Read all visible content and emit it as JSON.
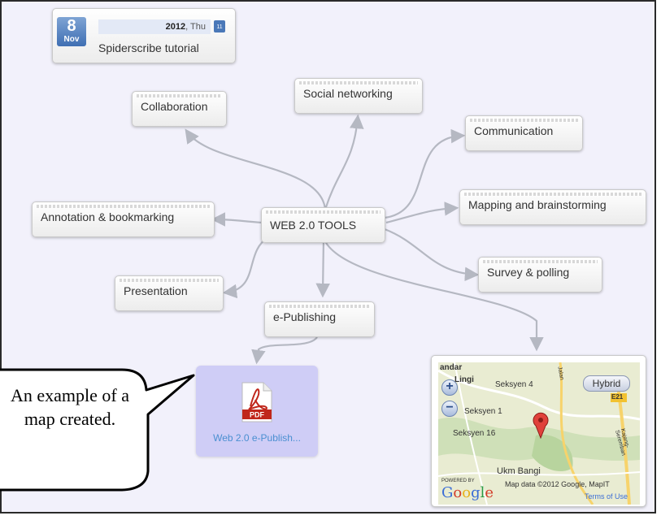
{
  "date_card": {
    "day": "8",
    "month": "Nov",
    "year": "2012",
    "weekday": "Thu",
    "cal_icon_text": "11",
    "title": "Spiderscribe tutorial"
  },
  "nodes": {
    "center": "WEB 2.0 TOOLS",
    "collaboration": "Collaboration",
    "social": "Social networking",
    "communication": "Communication",
    "annotation": "Annotation & bookmarking",
    "mapping": "Mapping and brainstorming",
    "presentation": "Presentation",
    "survey": "Survey & polling",
    "epublishing": "e-Publishing"
  },
  "pdf_card": {
    "icon_label": "PDF",
    "label": "Web 2.0 e-Publish..."
  },
  "map_card": {
    "labels": {
      "top_left": "andar",
      "top_left2": "Lingi",
      "seksyen4": "Seksyen 4",
      "seksyen1": "Seksyen 1",
      "seksyen16": "Seksyen 16",
      "ukm": "Ukm Bangi",
      "road_e21": "E21",
      "road_kajang": "Kajang-Seremban",
      "road_jalan": "Jalan"
    },
    "zoom_in": "+",
    "zoom_out": "−",
    "hybrid_label": "Hybrid",
    "powered_by": "POWERED BY",
    "google": [
      "G",
      "o",
      "o",
      "g",
      "l",
      "e"
    ],
    "attribution": "Map data ©2012 Google, MapIT",
    "terms": "Terms of Use"
  },
  "callout": {
    "text": "An example of a map created."
  },
  "colors": {
    "canvas": "#f2f1fb",
    "connector": "#b5b8c2",
    "pdf_card": "#cfcdf6",
    "pin": "#e0413a"
  }
}
